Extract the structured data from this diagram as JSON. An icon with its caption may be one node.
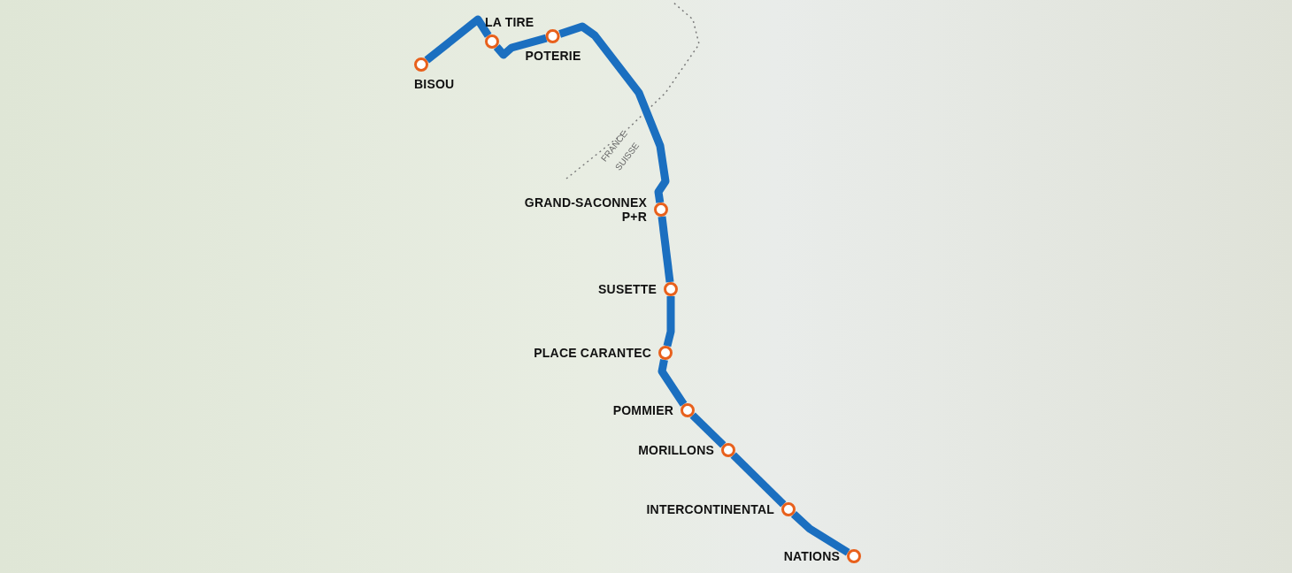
{
  "diagram": {
    "nodes": [
      {
        "text": [
          "BISOU"
        ]
      },
      {
        "text": [
          "LA TIRE"
        ]
      },
      {
        "text": [
          "POTERIE"
        ]
      },
      {
        "text": [
          "GRAND-SACONNEX P+R"
        ]
      },
      {
        "text": [
          "SUSETTE"
        ]
      },
      {
        "text": [
          "PLACE CARANTEC"
        ]
      },
      {
        "text": [
          "POMMIER"
        ]
      },
      {
        "text": [
          "MORILLONS"
        ]
      },
      {
        "text": [
          "INTERCONTINENTAL"
        ]
      },
      {
        "text": [
          "NATIONS"
        ]
      }
    ],
    "edges": [
      {
        "from": 0,
        "to": 1,
        "arrow": "none"
      },
      {
        "from": 1,
        "to": 2,
        "arrow": "none"
      },
      {
        "from": 2,
        "to": 3,
        "arrow": "none"
      },
      {
        "from": 3,
        "to": 4,
        "arrow": "none"
      },
      {
        "from": 4,
        "to": 5,
        "arrow": "none"
      },
      {
        "from": 5,
        "to": 6,
        "arrow": "none"
      },
      {
        "from": 6,
        "to": 7,
        "arrow": "none"
      },
      {
        "from": 7,
        "to": 8,
        "arrow": "none"
      },
      {
        "from": 8,
        "to": 9,
        "arrow": "none"
      }
    ],
    "labels": [
      "FRANCE",
      "SUISSE"
    ]
  }
}
